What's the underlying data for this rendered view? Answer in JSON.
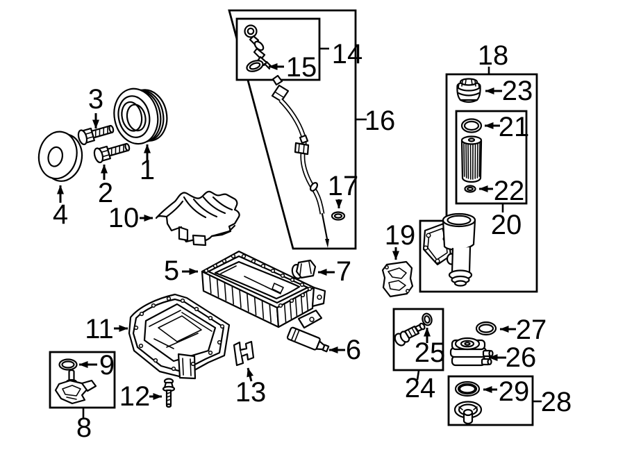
{
  "figure": {
    "kind": "engine-parts-exploded-diagram",
    "background_color": "#ffffff",
    "line_color": "#000000",
    "callouts": [
      {
        "num": "1"
      },
      {
        "num": "2"
      },
      {
        "num": "3"
      },
      {
        "num": "4"
      },
      {
        "num": "5"
      },
      {
        "num": "6"
      },
      {
        "num": "7"
      },
      {
        "num": "8"
      },
      {
        "num": "9"
      },
      {
        "num": "10"
      },
      {
        "num": "11"
      },
      {
        "num": "12"
      },
      {
        "num": "13"
      },
      {
        "num": "14"
      },
      {
        "num": "15"
      },
      {
        "num": "16"
      },
      {
        "num": "17"
      },
      {
        "num": "18"
      },
      {
        "num": "19"
      },
      {
        "num": "20"
      },
      {
        "num": "21"
      },
      {
        "num": "22"
      },
      {
        "num": "23"
      },
      {
        "num": "24"
      },
      {
        "num": "25"
      },
      {
        "num": "26"
      },
      {
        "num": "27"
      },
      {
        "num": "28"
      },
      {
        "num": "29"
      }
    ]
  }
}
